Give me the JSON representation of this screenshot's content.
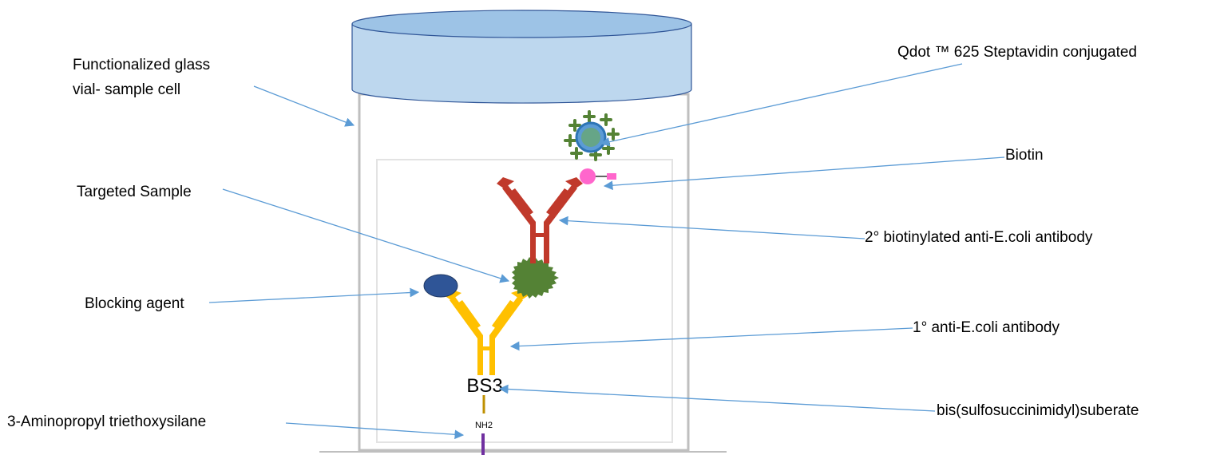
{
  "labels": {
    "vial": [
      "Functionalized glass",
      "vial- sample cell"
    ],
    "qdot": "Qdot ™ 625 Steptavidin conjugated",
    "biotin": "Biotin",
    "targeted_sample": "Targeted Sample",
    "secondary_antibody": "2° biotinylated anti-E.coli antibody",
    "blocking_agent": "Blocking agent",
    "primary_antibody": "1° anti-E.coli antibody",
    "bs3_full": "bis(sulfosuccinimidyl)suberate",
    "aptes": "3-Aminopropyl triethoxysilane"
  },
  "markers": {
    "bs3": "BS3",
    "nh2": "NH2"
  },
  "colors": {
    "vial_cap": "#bdd7ee",
    "vial_cap_top": "#9dc3e6",
    "vial_cap_stroke": "#2f5597",
    "arrow": "#5b9bd5",
    "primary_antibody": "#ffc000",
    "secondary_antibody": "#c0392b",
    "target_sample": "#548235",
    "blocking_agent": "#2f5597",
    "biotin": "#ff66cc",
    "qdot_ring": "#2e75b6",
    "qdot_core": "#5b9bd5",
    "linker_nh2": "#bf9000",
    "aptes_linker": "#7030a0"
  }
}
